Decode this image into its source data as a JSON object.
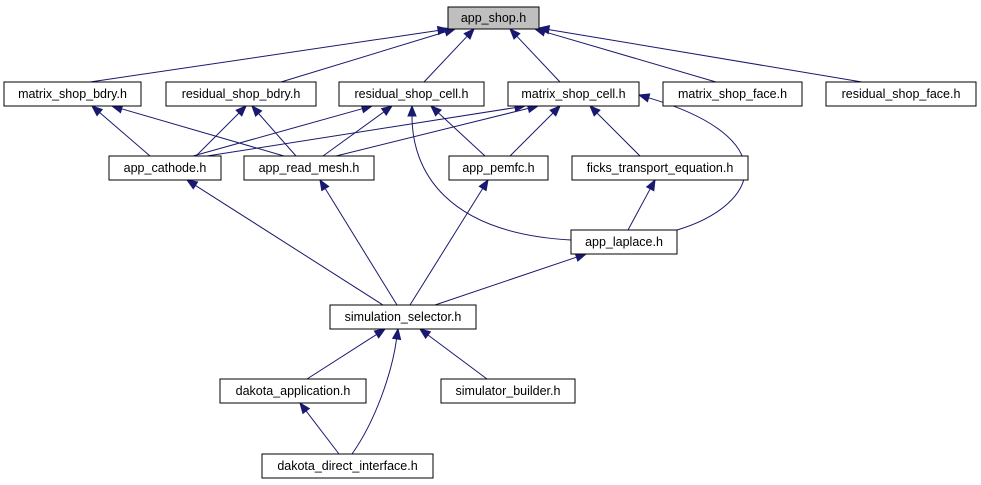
{
  "graph": {
    "colors": {
      "edge": "#191970",
      "node_fill": "#ffffff",
      "root_fill": "#bfbfbf",
      "border": "#000000"
    },
    "nodes": {
      "app_shop": "app_shop.h",
      "matrix_shop_bdry": "matrix_shop_bdry.h",
      "residual_shop_bdry": "residual_shop_bdry.h",
      "residual_shop_cell": "residual_shop_cell.h",
      "matrix_shop_cell": "matrix_shop_cell.h",
      "matrix_shop_face": "matrix_shop_face.h",
      "residual_shop_face": "residual_shop_face.h",
      "app_cathode": "app_cathode.h",
      "app_read_mesh": "app_read_mesh.h",
      "app_pemfc": "app_pemfc.h",
      "ficks_transport_equation": "ficks_transport_equation.h",
      "app_laplace": "app_laplace.h",
      "simulation_selector": "simulation_selector.h",
      "dakota_application": "dakota_application.h",
      "simulator_builder": "simulator_builder.h",
      "dakota_direct_interface": "dakota_direct_interface.h"
    },
    "edges": [
      [
        "matrix_shop_bdry",
        "app_shop"
      ],
      [
        "residual_shop_bdry",
        "app_shop"
      ],
      [
        "residual_shop_cell",
        "app_shop"
      ],
      [
        "matrix_shop_cell",
        "app_shop"
      ],
      [
        "matrix_shop_face",
        "app_shop"
      ],
      [
        "residual_shop_face",
        "app_shop"
      ],
      [
        "app_cathode",
        "matrix_shop_bdry"
      ],
      [
        "app_read_mesh",
        "matrix_shop_bdry"
      ],
      [
        "app_cathode",
        "residual_shop_bdry"
      ],
      [
        "app_read_mesh",
        "residual_shop_bdry"
      ],
      [
        "app_cathode",
        "residual_shop_cell"
      ],
      [
        "app_read_mesh",
        "residual_shop_cell"
      ],
      [
        "app_pemfc",
        "residual_shop_cell"
      ],
      [
        "app_laplace",
        "residual_shop_cell"
      ],
      [
        "app_cathode",
        "matrix_shop_cell"
      ],
      [
        "app_read_mesh",
        "matrix_shop_cell"
      ],
      [
        "app_pemfc",
        "matrix_shop_cell"
      ],
      [
        "ficks_transport_equation",
        "matrix_shop_cell"
      ],
      [
        "app_laplace",
        "matrix_shop_cell"
      ],
      [
        "app_laplace",
        "ficks_transport_equation"
      ],
      [
        "simulation_selector",
        "app_cathode"
      ],
      [
        "simulation_selector",
        "app_read_mesh"
      ],
      [
        "simulation_selector",
        "app_pemfc"
      ],
      [
        "simulation_selector",
        "app_laplace"
      ],
      [
        "dakota_application",
        "simulation_selector"
      ],
      [
        "simulator_builder",
        "simulation_selector"
      ],
      [
        "dakota_direct_interface",
        "simulation_selector"
      ],
      [
        "dakota_direct_interface",
        "dakota_application"
      ]
    ]
  }
}
